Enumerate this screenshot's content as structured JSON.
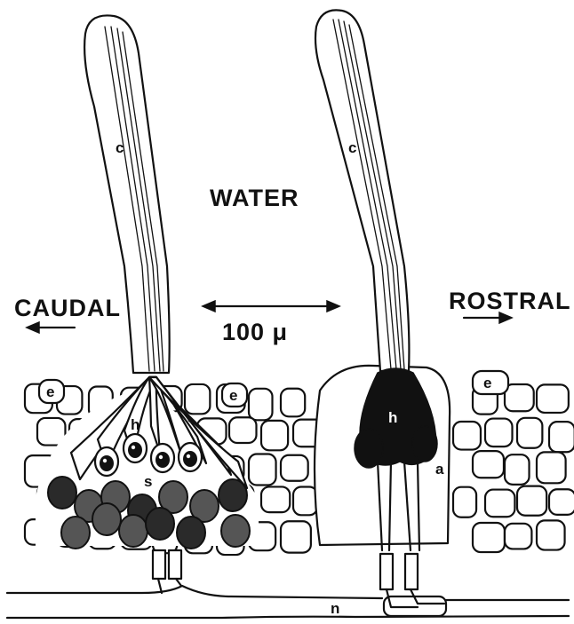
{
  "figure": {
    "labels": {
      "water": "WATER",
      "caudal": "CAUDAL",
      "rostral": "ROSTRAL",
      "scale": "100 μ",
      "cupula_left": "c",
      "cupula_right": "c",
      "epithelium_1": "e",
      "epithelium_2": "e",
      "epithelium_3": "e",
      "hair_cell_left": "h",
      "hair_cell_right": "h",
      "supporting_cell": "s",
      "accessory": "a",
      "nerve": "n"
    }
  }
}
